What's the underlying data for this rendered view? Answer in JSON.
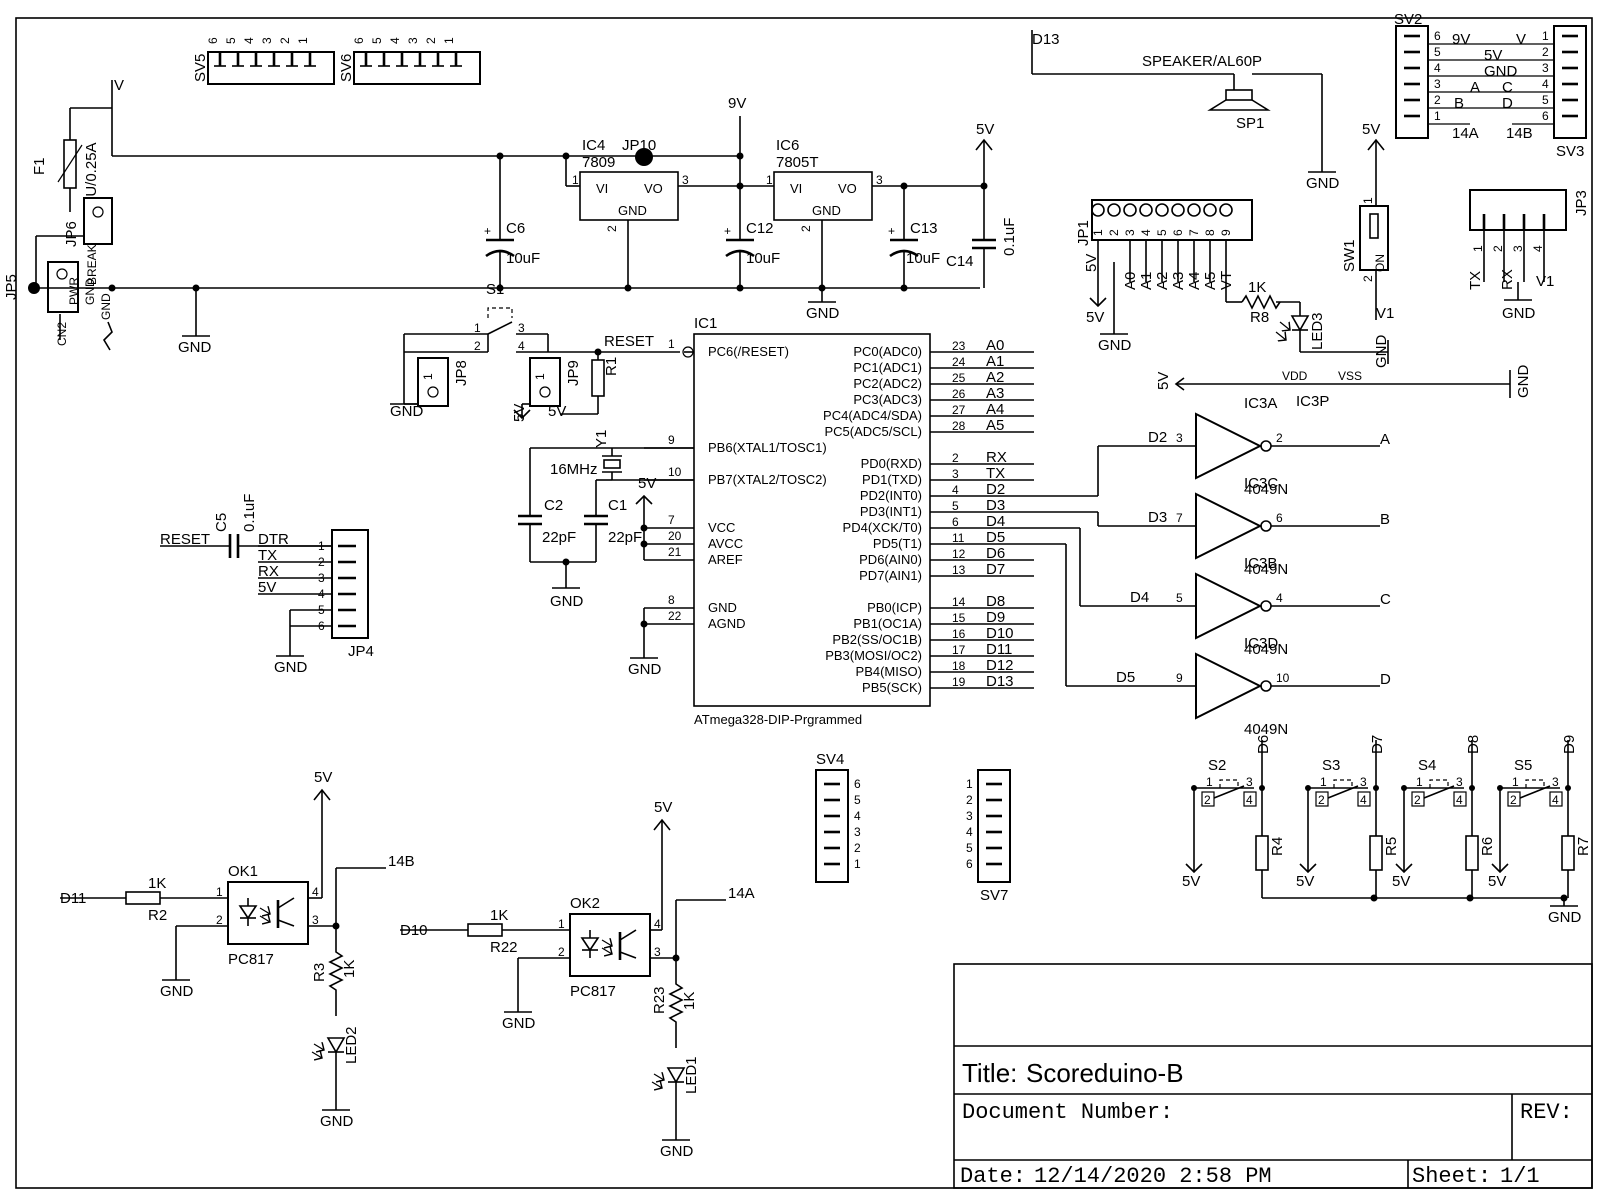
{
  "sheet": {
    "title_label": "Title:",
    "title_value": "Scoreduino-B",
    "doc_number_label": "Document Number:",
    "rev_label": "REV:",
    "date_label": "Date:",
    "date_value": "12/14/2020 2:58 PM",
    "sheet_label": "Sheet:",
    "sheet_value": "1/1"
  },
  "power": {
    "v_net": "V",
    "nine_v": "9V",
    "five_v": "5V",
    "gnd": "GND",
    "fuse_name": "F1",
    "fuse_value": "2U/0.25A",
    "jp6": "JP6",
    "jp5": "JP5",
    "cn2": "CN2",
    "break_lbl": "BREAK",
    "pwr_lbl": "PWR",
    "gnd_lbl": "GND",
    "ic4_name": "IC4",
    "ic4_value": "7809",
    "ic6_name": "IC6",
    "ic6_value": "7805T",
    "jp10": "JP10",
    "vi": "VI",
    "vo": "VO",
    "c6_name": "C6",
    "c6_value": "10uF",
    "c12_name": "C12",
    "c12_value": "10uF",
    "c13_name": "C13",
    "c13_value": "10uF",
    "c14_name": "C14",
    "c14_value": "0.1uF",
    "pin1": "1",
    "pin2": "2",
    "pin3": "3"
  },
  "headers": {
    "sv5": "SV5",
    "sv6": "SV6",
    "sv4": "SV4",
    "sv7": "SV7",
    "pins": [
      "6",
      "5",
      "4",
      "3",
      "2",
      "1"
    ],
    "pins_up": [
      "1",
      "2",
      "3",
      "4",
      "5",
      "6"
    ]
  },
  "mcu": {
    "name": "IC1",
    "part": "ATmega328-DIP-Prgrammed",
    "reset_net": "RESET",
    "left_pins": [
      {
        "num": "1",
        "name": "PC6(/RESET)"
      },
      {
        "num": "9",
        "name": "PB6(XTAL1/TOSC1)"
      },
      {
        "num": "10",
        "name": "PB7(XTAL2/TOSC2)"
      },
      {
        "num": "7",
        "name": "VCC"
      },
      {
        "num": "20",
        "name": "AVCC"
      },
      {
        "num": "21",
        "name": "AREF"
      },
      {
        "num": "8",
        "name": "GND"
      },
      {
        "num": "22",
        "name": "AGND"
      }
    ],
    "right_pins": [
      {
        "num": "23",
        "name": "PC0(ADC0)",
        "net": "A0"
      },
      {
        "num": "24",
        "name": "PC1(ADC1)",
        "net": "A1"
      },
      {
        "num": "25",
        "name": "PC2(ADC2)",
        "net": "A2"
      },
      {
        "num": "26",
        "name": "PC3(ADC3)",
        "net": "A3"
      },
      {
        "num": "27",
        "name": "PC4(ADC4/SDA)",
        "net": "A4"
      },
      {
        "num": "28",
        "name": "PC5(ADC5/SCL)",
        "net": "A5"
      },
      {
        "num": "2",
        "name": "PD0(RXD)",
        "net": "RX"
      },
      {
        "num": "3",
        "name": "PD1(TXD)",
        "net": "TX"
      },
      {
        "num": "4",
        "name": "PD2(INT0)",
        "net": "D2"
      },
      {
        "num": "5",
        "name": "PD3(INT1)",
        "net": "D3"
      },
      {
        "num": "6",
        "name": "PD4(XCK/T0)",
        "net": "D4"
      },
      {
        "num": "11",
        "name": "PD5(T1)",
        "net": "D5"
      },
      {
        "num": "12",
        "name": "PD6(AIN0)",
        "net": "D6"
      },
      {
        "num": "13",
        "name": "PD7(AIN1)",
        "net": "D7"
      },
      {
        "num": "14",
        "name": "PB0(ICP)",
        "net": "D8"
      },
      {
        "num": "15",
        "name": "PB1(OC1A)",
        "net": "D9"
      },
      {
        "num": "16",
        "name": "PB2(SS/OC1B)",
        "net": "D10"
      },
      {
        "num": "17",
        "name": "PB3(MOSI/OC2)",
        "net": "D11"
      },
      {
        "num": "18",
        "name": "PB4(MISO)",
        "net": "D12"
      },
      {
        "num": "19",
        "name": "PB5(SCK)",
        "net": "D13"
      }
    ]
  },
  "clock": {
    "y1": "Y1",
    "freq": "16MHz",
    "c1_name": "C1",
    "c1_value": "22pF",
    "c2_name": "C2",
    "c2_value": "22pF"
  },
  "reset": {
    "s1": "S1",
    "jp8": "JP8",
    "jp9": "JP9",
    "r1": "R1",
    "pin4": "4"
  },
  "serial": {
    "c5_name": "C5",
    "c5_value": "0.1uF",
    "jp4": "JP4",
    "nets": [
      "DTR",
      "TX",
      "RX",
      "5V"
    ]
  },
  "buffers": {
    "part": "4049N",
    "gates": [
      {
        "name": "IC3A",
        "in_net": "D2",
        "in_pin": "3",
        "out_pin": "2",
        "out_net": "A"
      },
      {
        "name": "IC3C",
        "in_net": "D3",
        "in_pin": "7",
        "out_pin": "6",
        "out_net": "B"
      },
      {
        "name": "IC3B",
        "in_net": "D4",
        "in_pin": "5",
        "out_pin": "4",
        "out_net": "C"
      },
      {
        "name": "IC3D",
        "in_net": "D5",
        "in_pin": "9",
        "out_pin": "10",
        "out_net": "D"
      }
    ],
    "ic3p": "IC3P",
    "vdd": "VDD",
    "vss": "VSS"
  },
  "speaker": {
    "net": "D13",
    "part": "SPEAKER/AL60P",
    "name": "SP1"
  },
  "connectors": {
    "sv2": "SV2",
    "sv3": "SV3",
    "sv2_nets": [
      "9V",
      "5V",
      "GND",
      "A",
      "B"
    ],
    "sv3_nets": [
      "V",
      "C",
      "D"
    ],
    "n14a": "14A",
    "n14b": "14B",
    "jp1": "JP1",
    "jp1_pins": [
      "1",
      "2",
      "3",
      "4",
      "5",
      "6",
      "7",
      "8",
      "9"
    ],
    "jp1_nets": [
      "5V",
      "A0",
      "A1",
      "A2",
      "A3",
      "A4",
      "A5",
      "VT"
    ],
    "r8_name": "R8",
    "r8_value": "1K",
    "led3": "LED3",
    "sw1": "SW1",
    "on_lbl": "ON",
    "v1": "V1",
    "jp3": "JP3",
    "jp3_pins": [
      "1",
      "2",
      "3",
      "4"
    ],
    "jp3_nets": [
      "TX",
      "RX",
      "V1"
    ]
  },
  "buttons": [
    {
      "name": "S2",
      "net": "D6",
      "res": "R4"
    },
    {
      "name": "S3",
      "net": "D7",
      "res": "R5"
    },
    {
      "name": "S4",
      "net": "D8",
      "res": "R6"
    },
    {
      "name": "S5",
      "net": "D9",
      "res": "R7"
    }
  ],
  "opto": [
    {
      "name": "OK1",
      "part": "PC817",
      "in_net": "D11",
      "r_in": "R2",
      "r_in_val": "1K",
      "out_net": "14B",
      "r_out": "R3",
      "r_out_val": "1K",
      "led": "LED2"
    },
    {
      "name": "OK2",
      "part": "PC817",
      "in_net": "D10",
      "r_in": "R22",
      "r_in_val": "1K",
      "out_net": "14A",
      "r_out": "R23",
      "r_out_val": "1K",
      "led": "LED1"
    }
  ]
}
